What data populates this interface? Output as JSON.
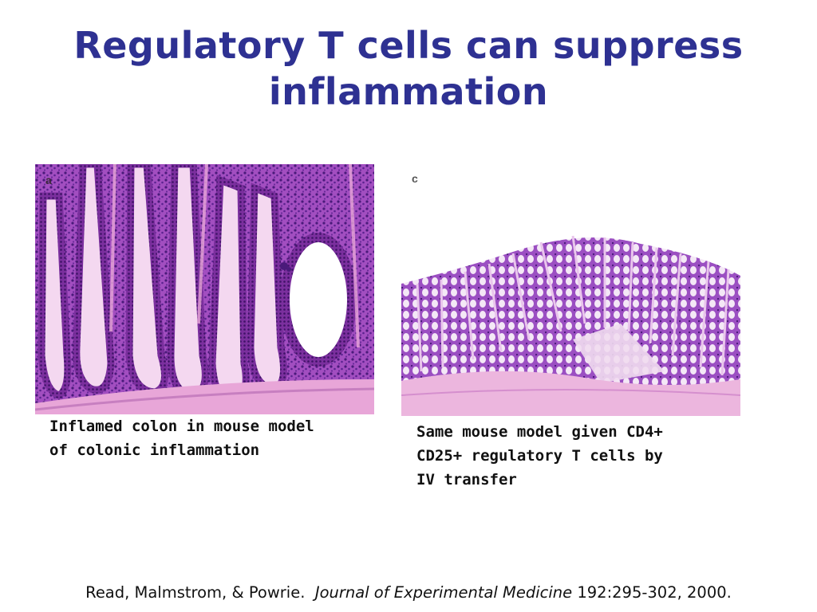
{
  "slide": {
    "title": "Regulatory T cells can suppress inflammation"
  },
  "panels": {
    "left": {
      "letter": "a",
      "caption_line1": "Inflamed colon in mouse model",
      "caption_line2": "of colonic inflammation"
    },
    "right": {
      "letter": "c",
      "caption_line1": "Same mouse model given CD4+",
      "caption_line2": "CD25+ regulatory T cells by",
      "caption_line3": "IV transfer"
    }
  },
  "citation": {
    "authors": "Read, Malmstrom, & Powrie.",
    "journal": "Journal of Experimental Medicine",
    "details": "192:295-302, 2000."
  },
  "colors": {
    "title": "#2e3192",
    "stain_purple": "#8a3fb0",
    "stain_pink": "#e8a6d8"
  }
}
